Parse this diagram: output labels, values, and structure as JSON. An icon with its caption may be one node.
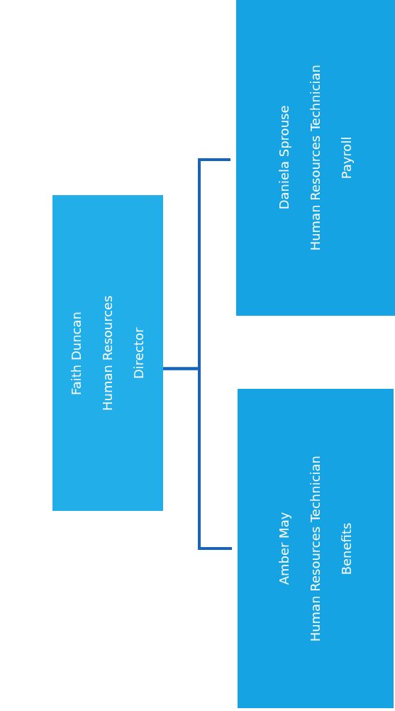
{
  "diagram": {
    "nodes": [
      {
        "text": [
          "Faith Duncan",
          "Human Resources Director"
        ]
      },
      {
        "text": [
          "Daniela Sprouse",
          "Human Resources Technician",
          "Payroll"
        ]
      },
      {
        "text": [
          "Amber May",
          "Human Resources Technician",
          "Benefits"
        ]
      }
    ],
    "edges": [
      {
        "from": 0,
        "to": 1,
        "arrow": "none"
      },
      {
        "from": 0,
        "to": 2,
        "arrow": "none"
      }
    ]
  }
}
